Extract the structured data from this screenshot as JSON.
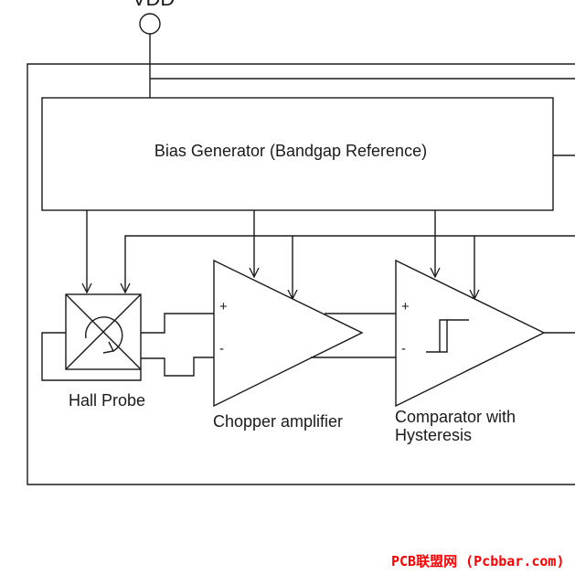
{
  "labels": {
    "vdd": "VDD",
    "bias_generator": "Bias Generator (Bandgap Reference)",
    "hall_probe": "Hall Probe",
    "chopper_amplifier": "Chopper amplifier",
    "comparator_line1": "Comparator with",
    "comparator_line2": "Hysteresis",
    "plus": "+",
    "minus": "-"
  },
  "watermark": "PCB联盟网 (Pcbbar.com)",
  "colors": {
    "line": "#1a1a1a",
    "watermark": "#ff0000",
    "background": "#ffffff"
  }
}
